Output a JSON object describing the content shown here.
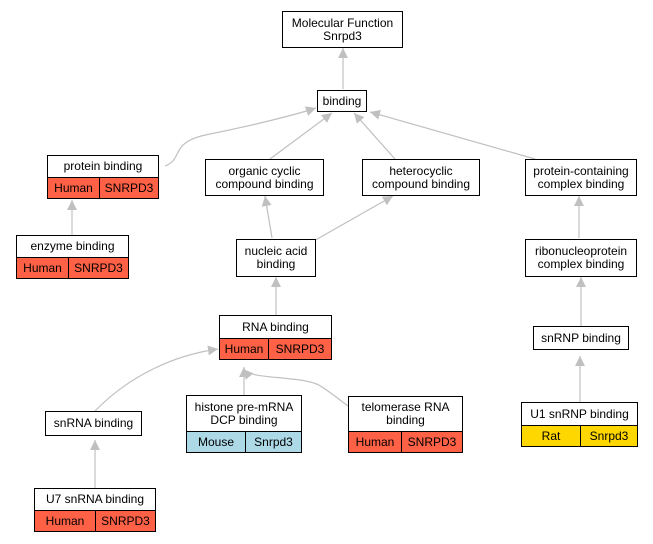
{
  "nodes": {
    "molecular_function": {
      "title": "Molecular Function\nSnrpd3"
    },
    "binding": {
      "title": "binding"
    },
    "protein_binding": {
      "title": "protein binding",
      "species": "Human",
      "gene": "SNRPD3"
    },
    "organic_cyclic": {
      "title": "organic cyclic\ncompound binding"
    },
    "heterocyclic": {
      "title": "heterocyclic\ncompound binding"
    },
    "protein_containing": {
      "title": "protein-containing\ncomplex binding"
    },
    "enzyme_binding": {
      "title": "enzyme binding",
      "species": "Human",
      "gene": "SNRPD3"
    },
    "nucleic_acid": {
      "title": "nucleic acid\nbinding"
    },
    "ribonucleoprotein": {
      "title": "ribonucleoprotein\ncomplex binding"
    },
    "rna_binding": {
      "title": "RNA binding",
      "species": "Human",
      "gene": "SNRPD3"
    },
    "snrnp_binding": {
      "title": "snRNP binding"
    },
    "histone": {
      "title": "histone pre-mRNA\nDCP binding",
      "species": "Mouse",
      "gene": "Snrpd3"
    },
    "telomerase": {
      "title": "telomerase RNA\nbinding",
      "species": "Human",
      "gene": "SNRPD3"
    },
    "snrna_binding": {
      "title": "snRNA binding"
    },
    "u1_snrnp": {
      "title": "U1 snRNP binding",
      "species": "Rat",
      "gene": "Snrpd3"
    },
    "u7_snrna": {
      "title": "U7 snRNA binding",
      "species": "Human",
      "gene": "SNRPD3"
    }
  },
  "colors": {
    "human": "#fe6146",
    "mouse": "#add8e6",
    "rat": "#ffd700",
    "edge": "#c0c0c0"
  }
}
